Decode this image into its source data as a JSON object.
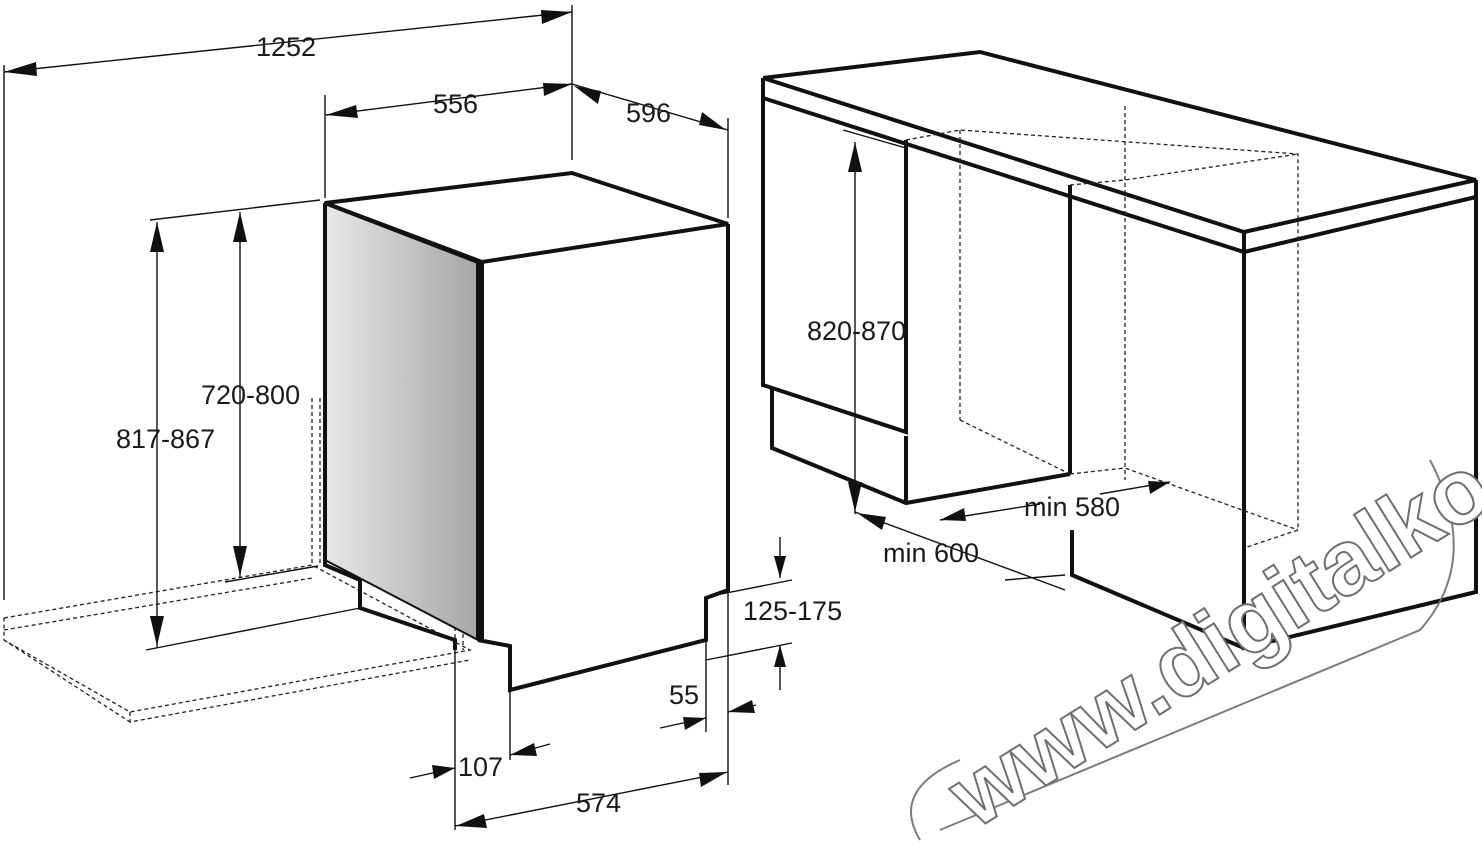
{
  "dimensions": {
    "overall_width": "1252",
    "appliance_width": "556",
    "appliance_depth": "596",
    "height_range_body": "720-800",
    "height_range_total": "817-867",
    "plinth_height": "125-175",
    "plinth_setback": "55",
    "door_offset": "107",
    "depth_with_door": "574",
    "niche_height": "820-870",
    "niche_width": "min 600",
    "niche_depth": "min 580"
  },
  "watermark": "www.digitalko.hu",
  "colors": {
    "line": "#111111",
    "door_panel_light": "#e6e6e6",
    "door_panel_dark": "#a8a8a8"
  }
}
